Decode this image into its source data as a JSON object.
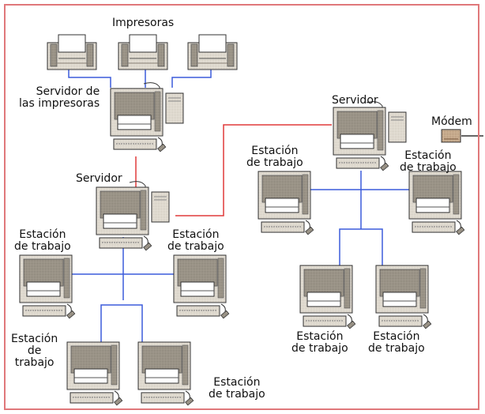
{
  "labels": {
    "printers": "Impresoras",
    "print_server": [
      "Servidor de",
      "las impresoras"
    ],
    "server_main": "Servidor",
    "server_right": "Servidor",
    "modem": "Módem",
    "ws_mid_left": [
      "Estación",
      "de trabajo"
    ],
    "ws_mid_right": [
      "Estación",
      "de trabajo"
    ],
    "ws_bottom_left": [
      "Estación",
      "de",
      "trabajo"
    ],
    "ws_bottom_center": [
      "Estación",
      "de trabajo"
    ],
    "ws_right_left": [
      "Estación",
      "de trabajo"
    ],
    "ws_right_right": [
      "Estación",
      "de trabajo"
    ],
    "ws_right_bottom_left": [
      "Estación",
      "de trabajo"
    ],
    "ws_right_bottom_right": [
      "Estación",
      "de trabajo"
    ]
  },
  "colors": {
    "ethernet_link": "#3b5bdb",
    "server_link": "#e03a3a",
    "frame_border": "#e0787a",
    "device_body": "#ebe6dc",
    "device_shadow": "#9a9488",
    "device_outline": "#333333",
    "modem": "#c8a888"
  },
  "icons": {
    "printer": "printer-icon",
    "server": "server-computer-icon",
    "workstation": "workstation-computer-icon",
    "modem": "modem-icon"
  }
}
